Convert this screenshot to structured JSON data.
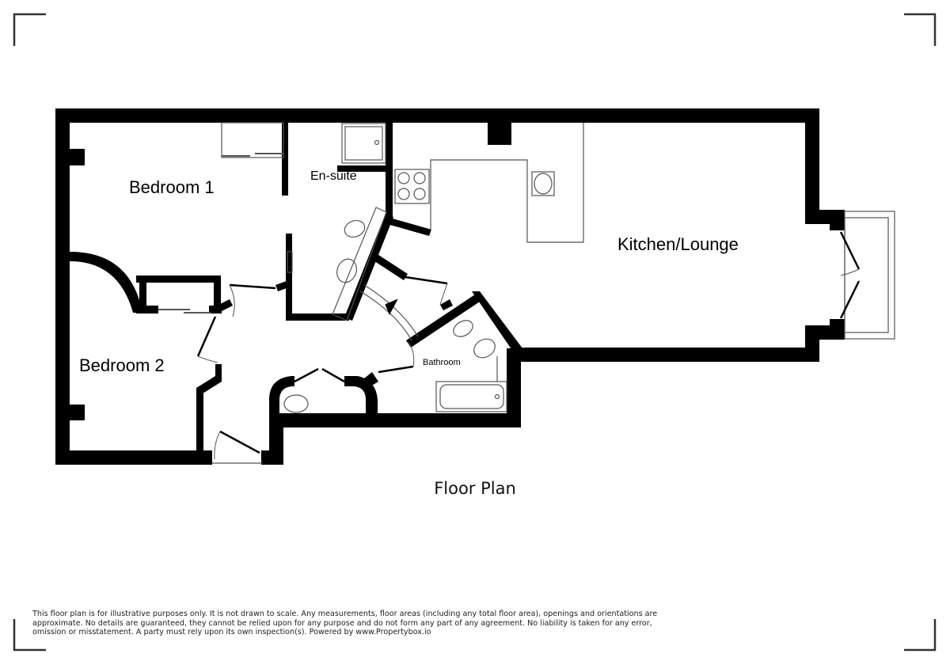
{
  "plan": {
    "title": "Floor Plan",
    "rooms": [
      {
        "name": "Bedroom 1"
      },
      {
        "name": "En-suite"
      },
      {
        "name": "Kitchen/Lounge"
      },
      {
        "name": "Bedroom 2"
      },
      {
        "name": "Bathroom"
      }
    ],
    "disclaimer": "This floor plan is for illustrative purposes only. It is not drawn to scale. Any measurements, floor areas (including any total floor area), openings and orientations are approximate. No details are guaranteed, they cannot be relied upon for any purpose and do not form any part of any agreement. No liability is taken for any error, omission or misstatement. A party must rely upon its own inspection(s). Powered by www.Propertybox.io"
  },
  "colors": {
    "wall": "#000000",
    "fixture_line": "#555555",
    "corner_mark": "#333333",
    "background": "#ffffff"
  }
}
